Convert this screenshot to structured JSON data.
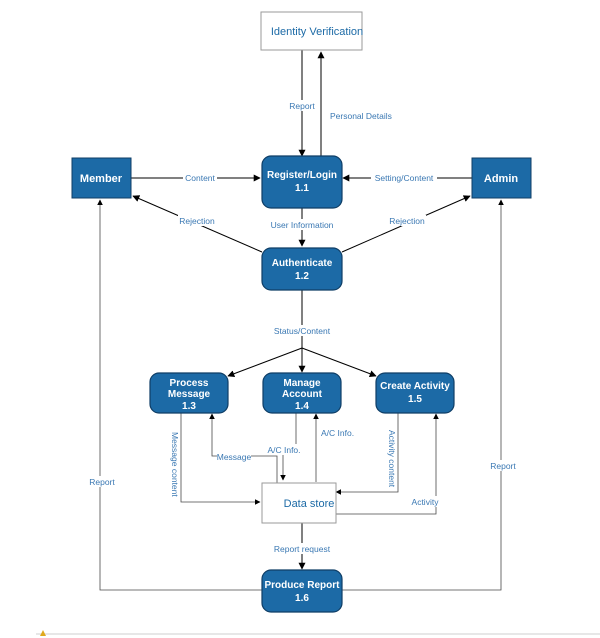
{
  "external": {
    "identity": "Identity Verification"
  },
  "entities": {
    "member": "Member",
    "admin": "Admin"
  },
  "processes": {
    "register_title": "Register/Login",
    "register_num": "1.1",
    "auth_title": "Authenticate",
    "auth_num": "1.2",
    "process_line1": "Process",
    "process_line2": "Message",
    "process_num": "1.3",
    "manage_line1": "Manage",
    "manage_line2": "Account",
    "manage_num": "1.4",
    "activity_title": "Create Activity",
    "activity_num": "1.5",
    "report_title": "Produce Report",
    "report_num": "1.6"
  },
  "store": {
    "name": "Data store"
  },
  "flows": {
    "report_top": "Report",
    "personal_details": "Personal Details",
    "content": "Content",
    "setting_content": "Setting/Content",
    "rejection_left": "Rejection",
    "rejection_right": "Rejection",
    "user_information": "User Information",
    "status_content": "Status/Content",
    "message_content": "Message content",
    "message": "Message",
    "ac_info_1": "A/C Info.",
    "ac_info_2": "A/C Info.",
    "activity_content": "Activity content",
    "activity": "Activity",
    "report_left": "Report",
    "report_right": "Report",
    "report_request": "Report request"
  }
}
